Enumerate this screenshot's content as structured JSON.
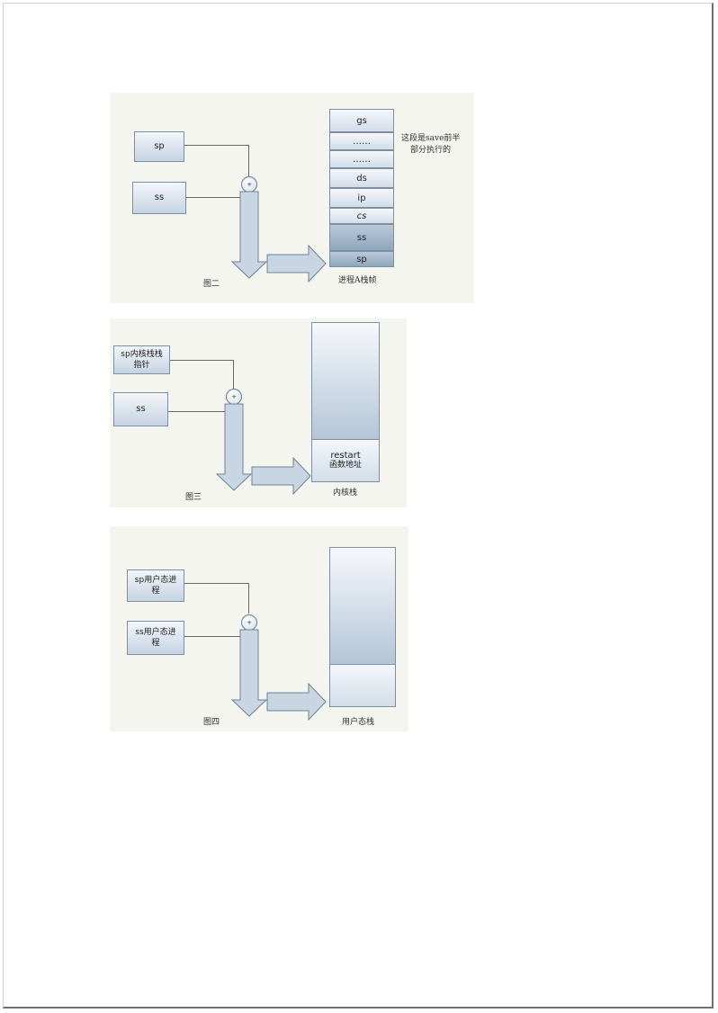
{
  "figures": [
    {
      "id": "fig2",
      "caption": "图二",
      "inputs": {
        "top": "sp",
        "bottom": "ss"
      },
      "adder_symbol": "+",
      "stack_label": "进程A栈帧",
      "stack_cells": [
        "gs",
        "……",
        "……",
        "ds",
        "ip",
        "cs",
        "ss",
        "sp"
      ],
      "note": [
        "这段是save前半",
        "部分执行的"
      ]
    },
    {
      "id": "fig3",
      "caption": "图三",
      "inputs": {
        "top": "sp内核栈栈指针",
        "bottom": "ss"
      },
      "adder_symbol": "+",
      "stack_label": "内核栈",
      "stack_bottom_cell": {
        "line1": "restart",
        "line2": "函数地址"
      }
    },
    {
      "id": "fig4",
      "caption": "图四",
      "inputs": {
        "top": "sp用户态进程",
        "bottom": "ss用户态进程"
      },
      "adder_symbol": "+",
      "stack_label": "用户态栈"
    }
  ],
  "colors": {
    "panel": "#f4f5ef",
    "box_top": "#f3f6fa",
    "box_bottom": "#c5d3e2",
    "stroke": "#7d8fa3",
    "arrow_fill": "#c8d6e4",
    "wire": "#6a6a6a"
  }
}
